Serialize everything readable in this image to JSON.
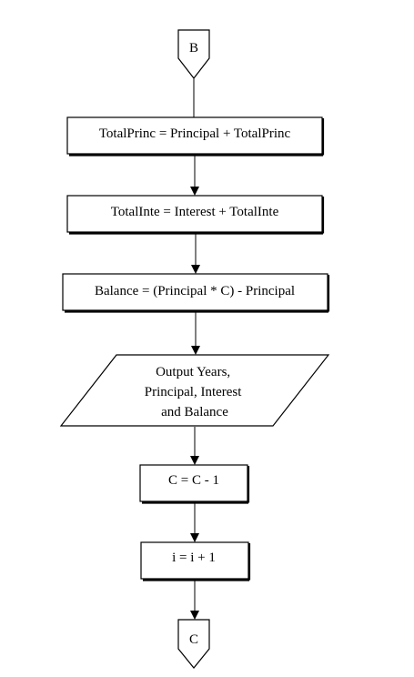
{
  "diagram": {
    "connector_in": {
      "label": "B"
    },
    "step_total_princ": {
      "label": "TotalPrinc = Principal + TotalPrinc"
    },
    "step_total_inte": {
      "label": "TotalInte = Interest + TotalInte"
    },
    "step_balance": {
      "label": "Balance = (Principal * C) - Principal"
    },
    "output": {
      "lines": [
        "Output Years,",
        "Principal, Interest",
        "and Balance"
      ]
    },
    "step_decrement_c": {
      "label": "C = C - 1"
    },
    "step_increment_i": {
      "label": "i = i + 1"
    },
    "connector_out": {
      "label": "C"
    }
  }
}
